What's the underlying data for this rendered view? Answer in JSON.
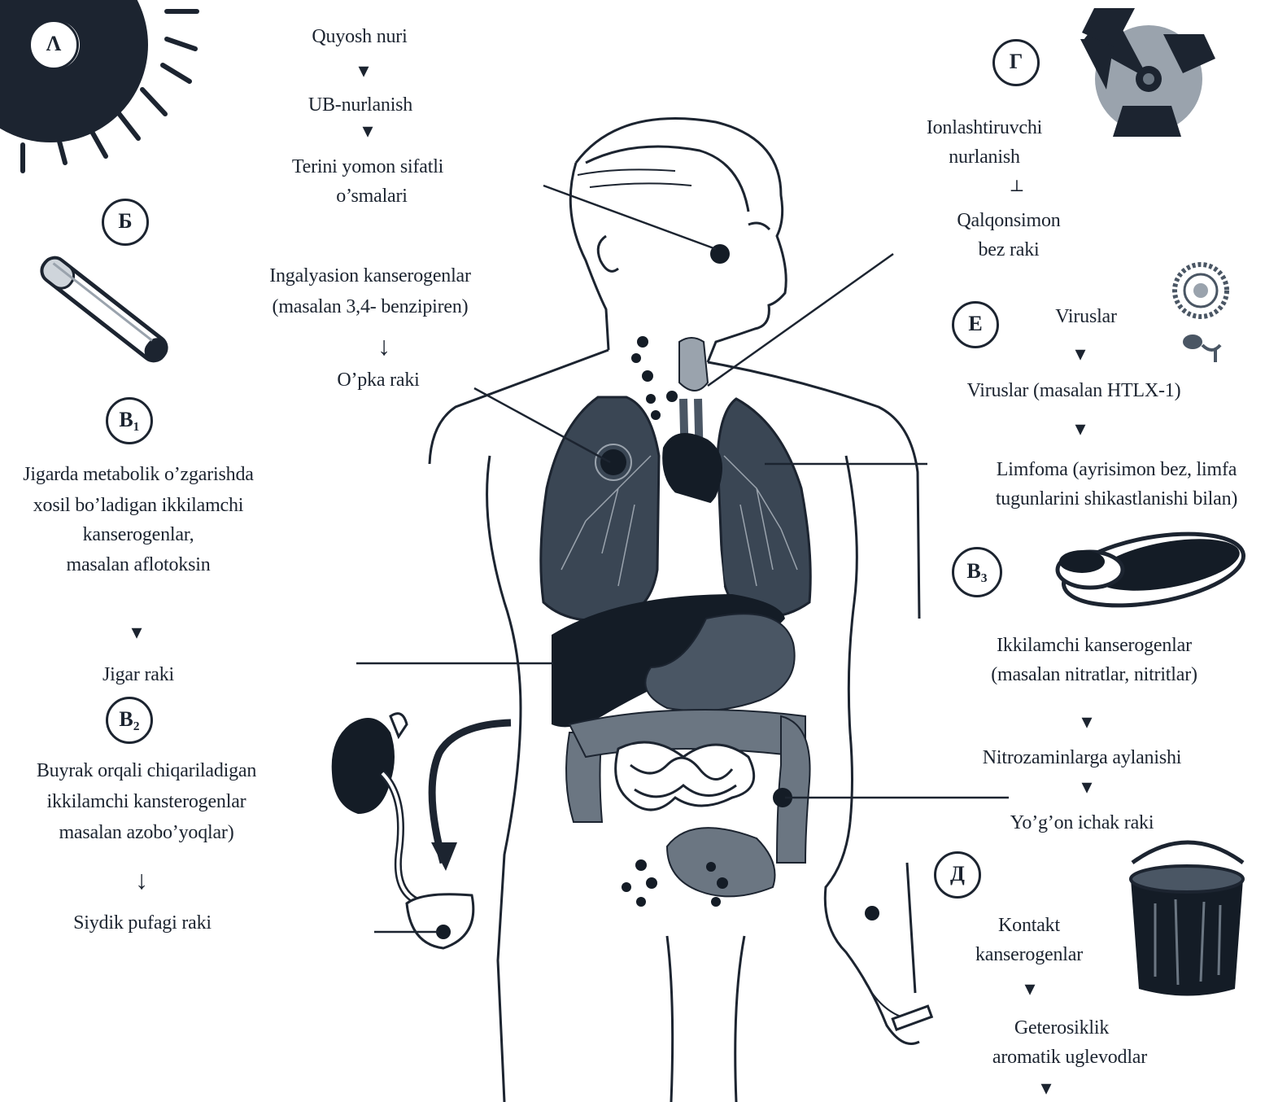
{
  "colors": {
    "ink": "#1c2430",
    "organ_dark": "#141c26",
    "organ_mid": "#4a5664",
    "organ_light": "#9aa3ad",
    "paper": "#ffffff"
  },
  "badges": {
    "A": "Λ",
    "B": "Б",
    "V1": "B₁",
    "V2": "B₂",
    "V3": "B₃",
    "G": "Γ",
    "E": "E",
    "D": "Д"
  },
  "sun_chain": {
    "source": "Quyosh nuri",
    "step": "UB-nurlanish",
    "result_line1": "Terini yomon sifatli",
    "result_line2": "o’smalari"
  },
  "inhalation": {
    "line1": "Ingalyasion  kanserogenlar",
    "line2": "(masalan  3,4- benzipiren)",
    "result": "O’pka raki"
  },
  "liver": {
    "line1": "Jigarda metabolik o’zgarishda",
    "line2": "xosil bo’ladigan ikkilamchi",
    "line3": "kanserogenlar,",
    "line4": "masalan aflotoksin",
    "result": "Jigar raki"
  },
  "kidney": {
    "line1": "Buyrak orqali chiqariladigan",
    "line2": "ikkilamchi  kansterogenlar",
    "line3": "masalan azobo’yoqlar)",
    "result": "Siydik  pufagi raki"
  },
  "radiation": {
    "line1": "Ionlashtiruvchi",
    "line2": "nurlanish",
    "result_line1": "Qalqonsimon",
    "result_line2": "bez raki"
  },
  "viruses": {
    "title": "Viruslar",
    "step": "Viruslar (masalan HTLX-1)",
    "result_line1": "Limfoma (ayrisimon bez, limfa",
    "result_line2": "tugunlarini  shikastlanishi bilan)"
  },
  "colon": {
    "line1": "Ikkilamchi  kanserogenlar",
    "line2": "(masalan nitratlar, nitritlar)",
    "step": "Nitrozaminlarga  aylanishi",
    "result": "Yo’g’on ichak raki"
  },
  "contact": {
    "line1": "Kontakt",
    "line2": "kanserogenlar",
    "result_line1": "Geterosiklik",
    "result_line2": "aromatik uglevodlar"
  },
  "arrows": {
    "small": "▾",
    "thin": "↓",
    "bar": "⊥"
  }
}
